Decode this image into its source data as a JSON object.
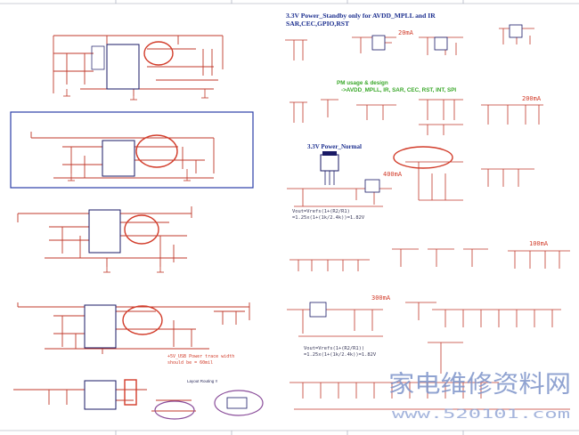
{
  "schematic": {
    "standby_title_line1": "3.3V Power_Standby only for AVDD_MPLL and IR",
    "standby_title_line2": "SAR,CEC,GPIO,RST",
    "current_20ma": "20mA",
    "pm_usage_line1": "PM usage & design",
    "pm_usage_line2": "->AVDD_MPLL, IR, SAR, CEC, RST, INT, SPI",
    "current_200ma": "200mA",
    "normal_title": "3.3V Power_Normal",
    "current_400ma": "400mA",
    "formula_1a": "Vout=Vrefs(1+(R2/R1)",
    "formula_1b": "=1.25x(1+(1k/2.4k))=1.82V",
    "current_100ma": "100mA",
    "current_300ma": "300mA",
    "formula_2a": "Vout=Vrefs(1+(R2/R1))",
    "formula_2b": "=1.25x(1+(1k/2.4k))=1.82V",
    "usb_note_line1": "+5V_USB Power trace width",
    "usb_note_line2": "should be = 60mil",
    "layout_note": "Layout Routing !!"
  },
  "watermark": {
    "cn_text": "家电维修资料网",
    "url": "www.520101.com"
  },
  "colors": {
    "wire": "#c0392b",
    "annotation_red": "#d23c2a",
    "title_blue": "#1c2f8f",
    "highlight_box": "#2b3ea8",
    "green_note": "#3aa82a",
    "purple_note": "#7a3a8a",
    "component": "#1a1a66"
  }
}
